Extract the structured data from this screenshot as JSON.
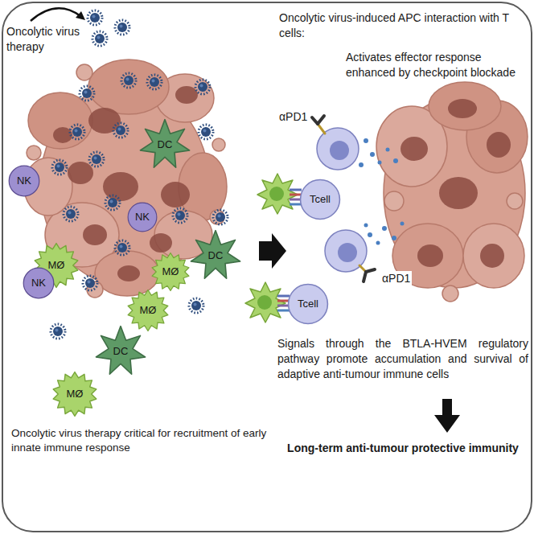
{
  "diagram": {
    "nodes": [
      {
        "text": [
          "DC"
        ]
      },
      {
        "text": [
          "NK"
        ]
      },
      {
        "text": [
          "NK"
        ]
      },
      {
        "text": [
          "DC"
        ]
      },
      {
        "text": [
          "MØ"
        ]
      },
      {
        "text": [
          "MØ"
        ]
      },
      {
        "text": [
          "NK"
        ]
      },
      {
        "text": [
          "MØ"
        ]
      },
      {
        "text": [
          "DC"
        ]
      },
      {
        "text": [
          "MØ"
        ]
      },
      {
        "text": [
          "Tcell"
        ]
      },
      {
        "text": [
          "Tcell"
        ]
      }
    ],
    "labels": [
      "Oncolytic virus therapy",
      "Oncolytic virus-induced APC interaction with T cells:",
      "Activates effector response enhanced by checkpoint blockade",
      "αPD1",
      "αPD1",
      "Signals through the BTLA-HVEM regulatory pathway promote accumulation and survival of adaptive anti-tumour immune cells",
      "Long-term anti-tumour protective immunity",
      "Oncolytic virus therapy critical for recruitment of early innate immune response"
    ]
  }
}
